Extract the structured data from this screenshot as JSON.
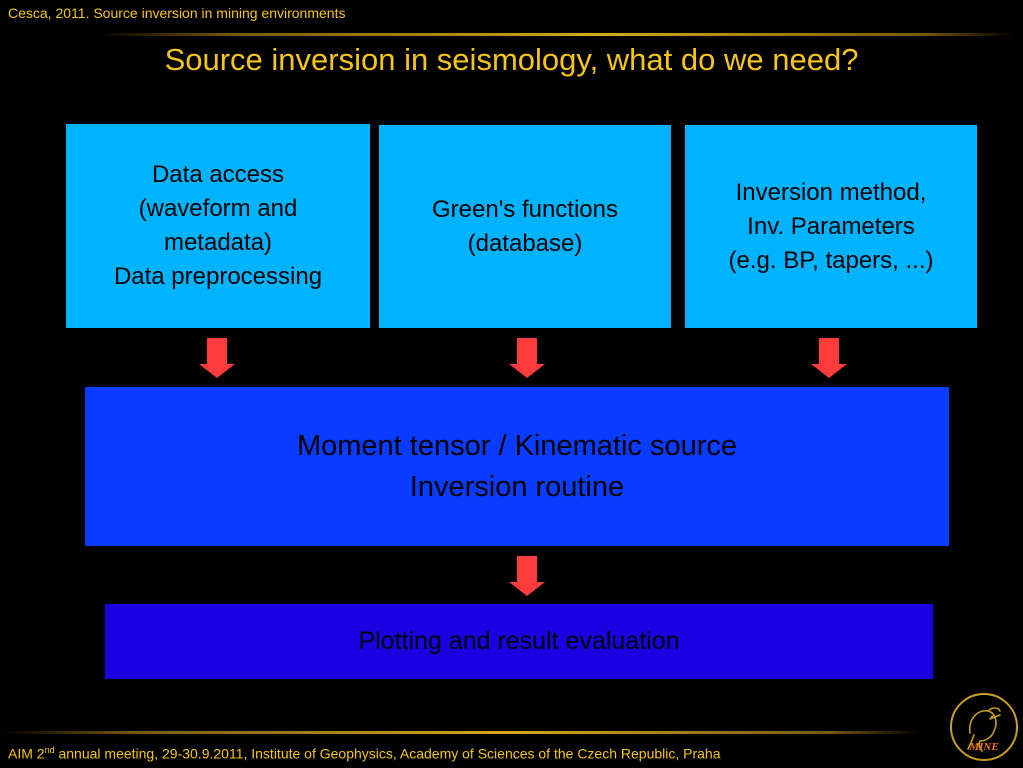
{
  "header": {
    "text": "Cesca, 2011. Source inversion in mining environments"
  },
  "title": "Source inversion in seismology, what do we need?",
  "inputs": [
    {
      "label": "Data access\n(waveform and\nmetadata)\nData preprocessing"
    },
    {
      "label": "Green's functions\n(database)"
    },
    {
      "label": "Inversion method,\nInv. Parameters\n(e.g. BP, tapers, ...)"
    }
  ],
  "routine": {
    "label": "Moment tensor / Kinematic source\nInversion routine"
  },
  "output": {
    "label": "Plotting and result evaluation"
  },
  "footer": {
    "prefix": "AIM 2",
    "sup": "nd",
    "suffix": " annual meeting, 29-30.9.2011, Institute of Geophysics, Academy of Sciences of the Czech Republic, Praha"
  },
  "logo": {
    "text": "MINE"
  },
  "colors": {
    "background": "#000000",
    "accent_text": "#f5c518",
    "input_box": "#00b3ff",
    "routine_box": "#0a3cff",
    "output_box": "#1a00e0",
    "arrow": "#ff3b3b"
  }
}
